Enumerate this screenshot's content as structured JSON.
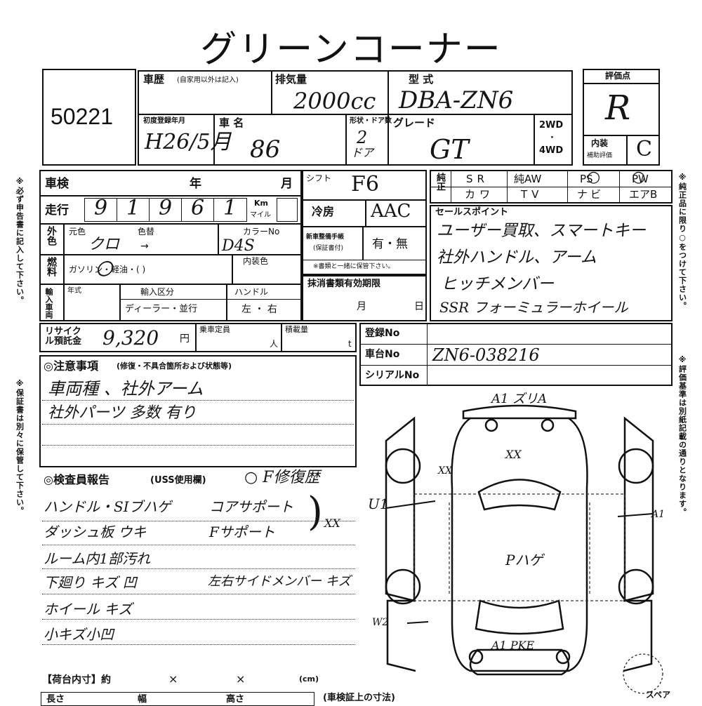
{
  "title": "グリーンコーナー",
  "lot_number": "50221",
  "header": {
    "history_label": "車歴",
    "history_note": "(自家用以外は記入)",
    "displacement_label": "排気量",
    "displacement_value": "2000cc",
    "model_label": "型 式",
    "model_value": "DBA-ZN6",
    "score_label": "評価点",
    "score_value": "R",
    "first_reg_label": "初度登録年月",
    "first_reg_value": "H26/5月",
    "car_name_label": "車 名",
    "car_name_value": "86",
    "doors_label": "形状・ドア数",
    "doors_value": "2",
    "doors_note": "ドア",
    "grade_label": "グレード",
    "grade_value": "GT",
    "drive_2wd": "2WD",
    "drive_4wd": "4WD",
    "interior_label": "内装",
    "interior_sub": "補助評価",
    "interior_value": "C"
  },
  "inspection": {
    "shaken_label": "車検",
    "year_label": "年",
    "month_label": "月",
    "mileage_label": "走行",
    "mileage_digits": [
      "9",
      "1",
      "9",
      "6",
      "1"
    ],
    "km_label": "Km",
    "mile_label": "マイル",
    "shift_label": "シフト",
    "shift_value": "F6",
    "ac_label": "冷房",
    "ac_value": "AAC",
    "warranty_label": "新車整備手帳",
    "warranty_sub": "(保証書付)",
    "warranty_value": "有・無",
    "warranty_note": "※書類と一緒に保管下さい。",
    "cancel_label": "抹消書類有効期限",
    "cancel_month": "月",
    "cancel_day": "日"
  },
  "exterior": {
    "color_head": "外色",
    "orig_color_label": "元色",
    "orig_color_value": "クロ",
    "repaint_label": "色替",
    "arrow": "→",
    "color_no_label": "カラーNo",
    "color_no_value": "D4S",
    "fuel_head": "燃料",
    "fuel_options": "ガソリン・軽油・(          )",
    "interior_color_label": "内装色",
    "import_head": "輸入車両",
    "model_year_label": "年式",
    "import_class_label": "輸入区分",
    "import_class_value": "ディーラー・並行",
    "handle_label": "ハンドル",
    "handle_value": "左 ・ 右",
    "recycle_label": "リサイクル預託金",
    "recycle_value": "9,320",
    "recycle_unit": "円",
    "capacity_label": "乗車定員",
    "capacity_unit": "人",
    "load_label": "積載量",
    "load_unit": "t"
  },
  "equipment": {
    "genuine_label": "純正",
    "row1": [
      "SR",
      "純AW",
      "PS",
      "PW"
    ],
    "row2": [
      "カワ",
      "TV",
      "ナビ",
      "エアB"
    ]
  },
  "sales_points": {
    "label": "セールスポイント",
    "lines": [
      "ユーザー買取、スマートキー",
      "社外ハンドル、アーム",
      "ヒッチメンバー",
      "SSR フォーミュラーホイール"
    ]
  },
  "registration": {
    "reg_no_label": "登録No",
    "chassis_label": "車台No",
    "chassis_value": "ZN6-038216",
    "serial_label": "シリアルNo"
  },
  "caution": {
    "label": "◎注意事項",
    "note": "(修復・不具合箇所および状態等)",
    "lines": [
      "車両種 、社外アーム",
      "社外パーツ 多数 有り"
    ]
  },
  "inspector": {
    "label": "◎検査員報告",
    "note": "(USS使用欄)",
    "repair_note": "○ F修復歴",
    "left_lines": [
      "ハンドル・SIブハゲ",
      "ダッシュ板 ウキ",
      "ルーム内1部汚れ",
      "下廻り キズ 凹",
      "ホイール キズ",
      "小キズ小凹"
    ],
    "right_lines": [
      "コアサポート",
      "Fサポート",
      "左右サイドメンバー キズ"
    ],
    "xx_mark": "XX"
  },
  "diagram": {
    "top_note": "A1 ズリA",
    "roof_note": "XX",
    "left_note": "XX",
    "u1_note": "U1",
    "a1_right": "A1",
    "body_note": "Pハゲ",
    "w2_note": "W2",
    "bottom_note": "A1 PKE",
    "spare_label": "スペア"
  },
  "cargo": {
    "label": "【荷台内寸】約",
    "times1": "×",
    "times2": "×",
    "unit": "(cm)",
    "length_label": "長さ",
    "width_label": "幅",
    "height_label": "高さ",
    "shaken_note": "(車検証上の寸法)"
  },
  "side_notes": {
    "left_top": "※必ず申告書に記入して下さい。",
    "left_bottom": "※保証書は別々に保管して下さい。",
    "right_top": "※純正品に限り○をつけて下さい。",
    "right_bottom": "※評価基準は別紙記載の通りとなります。"
  }
}
